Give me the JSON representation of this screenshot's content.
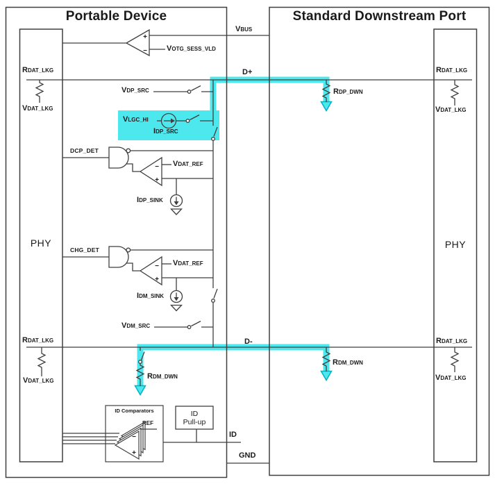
{
  "titles": {
    "left": "Portable Device",
    "right": "Standard Downstream Port"
  },
  "pins": {
    "vbus": {
      "main": "V",
      "sub": "BUS"
    },
    "dplus": "D+",
    "dminus": "D-",
    "id": "ID",
    "gnd": "GND"
  },
  "portable_device": {
    "phy": "PHY",
    "otg_comparator": {
      "main": "V",
      "sub": "OTG_SESS_VLD"
    },
    "rdat_lkg_top": {
      "main": "R",
      "sub": "DAT_LKG"
    },
    "vdat_lkg_top": {
      "main": "V",
      "sub": "DAT_LKG"
    },
    "vdp_src": {
      "main": "V",
      "sub": "DP_SRC"
    },
    "vlgc_hi": {
      "main": "V",
      "sub": "LGC_HI"
    },
    "idp_src": {
      "main": "I",
      "sub": "DP_SRC"
    },
    "dcp_det": "DCP_DET",
    "vdat_ref_1": {
      "main": "V",
      "sub": "DAT_REF"
    },
    "idp_sink": {
      "main": "I",
      "sub": "DP_SINK"
    },
    "chg_det": "CHG_DET",
    "vdat_ref_2": {
      "main": "V",
      "sub": "DAT_REF"
    },
    "idm_sink": {
      "main": "I",
      "sub": "DM_SINK"
    },
    "vdm_src": {
      "main": "V",
      "sub": "DM_SRC"
    },
    "rdat_lkg_bot": {
      "main": "R",
      "sub": "DAT_LKG"
    },
    "vdat_lkg_bot": {
      "main": "V",
      "sub": "DAT_LKG"
    },
    "rdm_dwn": {
      "main": "R",
      "sub": "DM_DWN"
    },
    "id_comparators": "ID Comparators",
    "ref": "REF",
    "id_pullup_line1": "ID",
    "id_pullup_line2": "Pull-up"
  },
  "standard_downstream_port": {
    "phy": "PHY",
    "rdp_dwn": {
      "main": "R",
      "sub": "DP_DWN"
    },
    "rdm_dwn": {
      "main": "R",
      "sub": "DM_DWN"
    },
    "rdat_lkg_top": {
      "main": "R",
      "sub": "DAT_LKG"
    },
    "vdat_lkg_top": {
      "main": "V",
      "sub": "DAT_LKG"
    },
    "rdat_lkg_bot": {
      "main": "R",
      "sub": "DAT_LKG"
    },
    "vdat_lkg_bot": {
      "main": "V",
      "sub": "DAT_LKG"
    }
  },
  "symbols": {
    "plus": "+",
    "minus": "−"
  },
  "colors": {
    "highlight_cyan": "#4de7ee",
    "arrow_teal": "#00b2c4",
    "line_dark": "#3f3f3f",
    "text": "#1a1a1a",
    "background": "#ffffff"
  }
}
